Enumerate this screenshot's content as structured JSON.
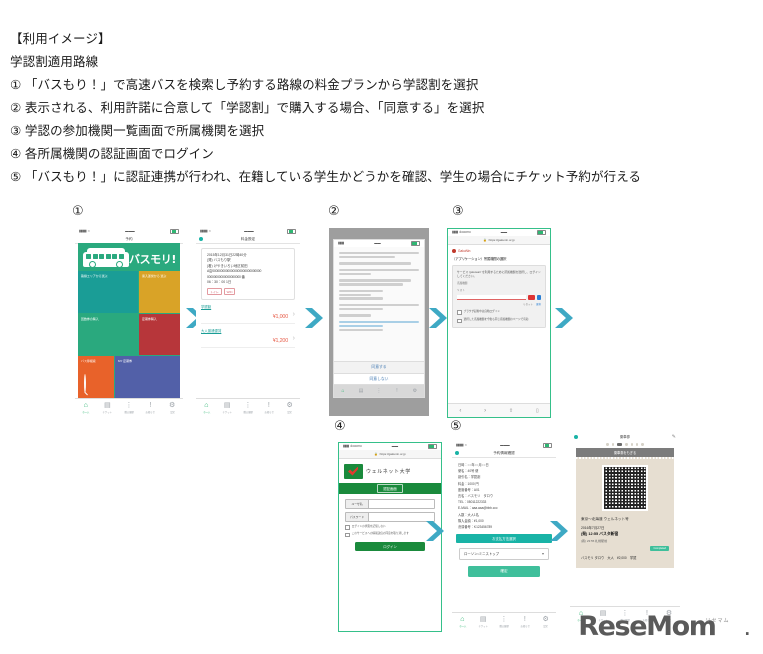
{
  "doc": {
    "heading": "【利用イメージ】",
    "subheading": "学認割適用路線",
    "steps": [
      "① 「バスもり！」で高速バスを検索し予約する路線の料金プランから学認割を選択",
      "② 表示される、利用許諾に合意して「学認割」で購入する場合、「同意する」を選択",
      "③ 学認の参加機関一覧画面で所属機関を選択",
      "④ 各所属機関の認証画面でログイン",
      "⑤ 「バスもり！」に認証連携が行われ、在籍している学生かどうかを確認、学生の場合にチケット予約が行える"
    ]
  },
  "step_labels": {
    "one": "①",
    "two": "②",
    "three": "③",
    "four": "④",
    "five": "⑤"
  },
  "colors": {
    "brand_green": "#2aa97e",
    "teal": "#1a9d96",
    "amber": "#d9a327",
    "red": "#b7363a",
    "orange": "#e8622a",
    "blue": "#5260a8",
    "arrow": "#3ea9c4",
    "uni_green": "#1a8a3c",
    "price_red": "#e8604d",
    "accent_teal": "#19b3a6"
  },
  "status_bar": {
    "carrier": "▮▮▮▮▮ Carrier",
    "wifi": "WiFi",
    "time": "午後1:00",
    "battery": "100%"
  },
  "tabbar": {
    "items": [
      {
        "icon": "home-icon",
        "glyph": "⌂",
        "label": "ホーム"
      },
      {
        "icon": "ticket-icon",
        "glyph": "▤",
        "label": "チケット"
      },
      {
        "icon": "history-icon",
        "glyph": "⋮",
        "label": "購入履歴"
      },
      {
        "icon": "info-icon",
        "glyph": "!",
        "label": "お知らせ"
      },
      {
        "icon": "settings-icon",
        "glyph": "⚙",
        "label": "設定"
      }
    ]
  },
  "phone1": {
    "nav_title": "予約",
    "brand": "バスモリ!",
    "tiles": [
      {
        "name": "tile-area-search",
        "label": "路線エリアから選ぶ",
        "color": "teal",
        "icon": "bus-icon"
      },
      {
        "name": "tile-boarding-point",
        "label": "乗入運営から\n選ぶ",
        "color": "amber",
        "icon": "list-icon"
      },
      {
        "name": "tile-coupon-purchase",
        "label": "回数券の購入",
        "color": "green",
        "icon": "ticket-icon"
      },
      {
        "name": "tile-mobile-purchase",
        "label": "定期券購入",
        "color": "red",
        "icon": "phone-icon"
      },
      {
        "name": "tile-bus-search",
        "label": "バス停検索",
        "color": "orange",
        "icon": "search-icon"
      },
      {
        "name": "tile-my-ticket",
        "label": "MY 定期券",
        "color": "blue",
        "icon": "card-icon"
      }
    ]
  },
  "phone2": {
    "nav_title": "料金設定",
    "summary": [
      "2015年12月31日22時40分",
      "(発) バスもり駅",
      "(着) けやきいろい地区前田",
      "A店00000000000000000000000000000",
      "00000000000000000000 番",
      "06：30：00  1日"
    ],
    "chips": [
      "トイレ",
      "WiFi"
    ],
    "plans": [
      {
        "name": "plan-gakunin",
        "label": "学認割",
        "price": "¥1,000"
      },
      {
        "name": "plan-adult",
        "label": "大人普通運賃",
        "price": "¥1,200"
      }
    ]
  },
  "phone3": {
    "agree_label": "同意する",
    "disagree_label": "同意しない",
    "paragraphs": [
      "学認割の利用規約アプリケーション（学認）提供の学認機関のご案内です。",
      "利用のご承認・所属学生・ご案内いたします。",
      "当社はサービスの提供の提供する認証連携での進めのため、以下、利用者にたいし、以下の情報の送信することに同意する必要があります。",
      "・ou (organizationName)",
      "・eduPersonTargetedID",
      "・所属 (eduPersonAffiliation)",
      "利用されない場合は、学認割の連携しのリンクを「同意しない」ボタンで進んでください。",
      "利用規約",
      "サービスの利用にあたっては、プライバシー・ポリシーをご参照ください。",
      "利用規約機関一覧"
    ]
  },
  "phone4": {
    "url": "https://gakunin.or.jp",
    "brand": "GakuNin",
    "title": "（アプリケーション）所属機関の選択",
    "panel_text": "サービス 'gakuwari' を利用するために所属機関を選択し、ログインしてください。",
    "sub_labels": [
      "所属機関",
      "リスト"
    ],
    "field_placeholder": "一覧から選択",
    "links": [
      "リセット",
      "選択"
    ],
    "checks": [
      "ブラウザ起動中は自動ログイン",
      "選択した所属機関を今後も同じ所属機関のページで有効"
    ],
    "safari_tools": [
      "back-icon",
      "forward-icon",
      "share-icon",
      "bookmarks-icon"
    ]
  },
  "phone5": {
    "url": "https://gakunin.or.jp",
    "university": "ウェルネット大学",
    "logo_caption": "WELLNET",
    "banner": "認証画面",
    "fields": [
      {
        "name": "user-id-field",
        "label": "ユーザ名",
        "value": ""
      },
      {
        "name": "password-field",
        "label": "パスワード",
        "value": ""
      }
    ],
    "checks": [
      "ログインの状態を記憶しない",
      "このサービスへの情報送信の同意を取り消します"
    ],
    "login_button": "ログイン"
  },
  "phone6": {
    "nav_title": "予約情報確認",
    "details": [
      "日時：○○年○○月○○日",
      "便名：40号 便",
      "割引名：学認割",
      "料金：1000 円",
      "座席番号：A01",
      "",
      "氏名：バスモリ　タロウ",
      "TEL：08011222333",
      "E-MAIL：aaa.aaa@bbb.ccc",
      "人数：大人1名",
      "購入金額：¥1,000",
      "決済番号：K123456789"
    ],
    "payment_header": "お支払方法選択",
    "payment_selected": "ローソン・ミニストップ",
    "confirm_button": "確定"
  },
  "phone7": {
    "nav_title": "乗車券",
    "pen_icon": "pencil-icon",
    "banner": "乗車券をもぎる",
    "route": "東京～北海道 ウェルネット号",
    "date": "2016年7月27日",
    "depart": "(発) 12:55 バスタ新宿",
    "arrive": "(着) 23:55 札幌駅前",
    "badge": "Completed",
    "passenger": "バスモリ タロウ　大人　¥2,000　学認"
  },
  "footer": {
    "brand": "ReseMom",
    "sub": "リセマム",
    "dot": "."
  }
}
